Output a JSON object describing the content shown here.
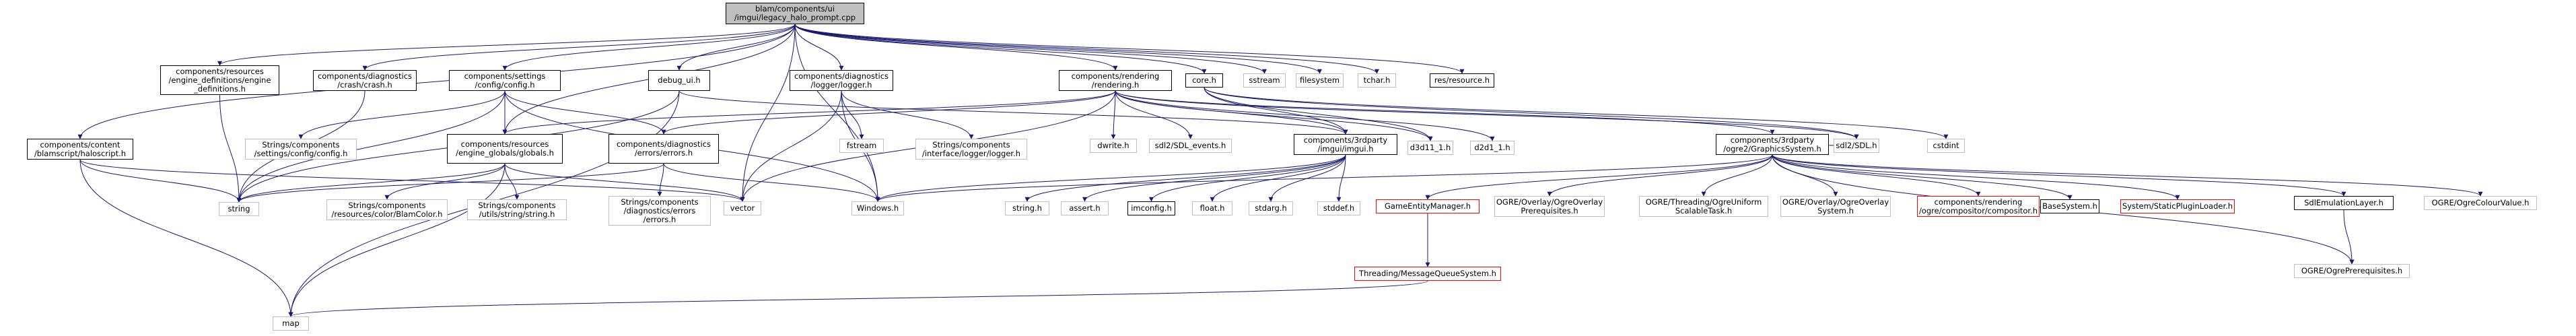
{
  "diagram": {
    "nodes": [
      {
        "id": "root",
        "label": "blam/components/ui\n/imgui/legacy_halo_prompt.cpp",
        "style": "root"
      },
      {
        "id": "res_engine_defs",
        "label": "components/resources\n/engine_definitions/engine\n_definitions.h",
        "style": "boxed"
      },
      {
        "id": "crash",
        "label": "components/diagnostics\n/crash/crash.h",
        "style": "boxed"
      },
      {
        "id": "settings_config",
        "label": "components/settings\n/config/config.h",
        "style": "boxed"
      },
      {
        "id": "debug_ui",
        "label": "debug_ui.h",
        "style": "boxed"
      },
      {
        "id": "logger",
        "label": "components/diagnostics\n/logger/logger.h",
        "style": "boxed"
      },
      {
        "id": "rendering",
        "label": "components/rendering\n/rendering.h",
        "style": "boxed"
      },
      {
        "id": "core_h",
        "label": "core.h",
        "style": "boxed"
      },
      {
        "id": "sstream",
        "label": "sstream",
        "style": "grey"
      },
      {
        "id": "filesystem",
        "label": "filesystem",
        "style": "grey"
      },
      {
        "id": "tchar",
        "label": "tchar.h",
        "style": "grey"
      },
      {
        "id": "res_resource",
        "label": "res/resource.h",
        "style": "boxed"
      },
      {
        "id": "halo_script",
        "label": "components/content\n/blamscript/haloscript.h",
        "style": "boxed"
      },
      {
        "id": "str_settings",
        "label": "Strings/components\n/settings/config/config.h",
        "style": "grey"
      },
      {
        "id": "globals",
        "label": "components/resources\n/engine_globals/globals.h",
        "style": "boxed"
      },
      {
        "id": "errors",
        "label": "components/diagnostics\n/errors/errors.h",
        "style": "boxed"
      },
      {
        "id": "fstream",
        "label": "fstream",
        "style": "grey"
      },
      {
        "id": "str_logger",
        "label": "Strings/components\n/interface/logger/logger.h",
        "style": "grey"
      },
      {
        "id": "dwrite",
        "label": "dwrite.h",
        "style": "grey"
      },
      {
        "id": "sdl2_events",
        "label": "sdl2/SDL_events.h",
        "style": "grey"
      },
      {
        "id": "imgui",
        "label": "components/3rdparty\n/imgui/imgui.h",
        "style": "boxed"
      },
      {
        "id": "d3d11_1",
        "label": "d3d11_1.h",
        "style": "grey"
      },
      {
        "id": "d2d1_1",
        "label": "d2d1_1.h",
        "style": "grey"
      },
      {
        "id": "graphics_system",
        "label": "components/3rdparty\n/ogre2/GraphicsSystem.h",
        "style": "boxed"
      },
      {
        "id": "sdl2_sdl",
        "label": "sdl2/SDL.h",
        "style": "grey"
      },
      {
        "id": "cstdint",
        "label": "cstdint",
        "style": "grey"
      },
      {
        "id": "string",
        "label": "string",
        "style": "grey"
      },
      {
        "id": "str_blamcolor",
        "label": "Strings/components\n/resources/color/BlamColor.h",
        "style": "grey"
      },
      {
        "id": "str_utilsstring",
        "label": "Strings/components\n/utils/string/string.h",
        "style": "grey"
      },
      {
        "id": "str_errors",
        "label": "Strings/components\n/diagnostics/errors\n/errors.h",
        "style": "grey"
      },
      {
        "id": "vector",
        "label": "vector",
        "style": "grey"
      },
      {
        "id": "windows",
        "label": "Windows.h",
        "style": "grey"
      },
      {
        "id": "string_h",
        "label": "string.h",
        "style": "grey"
      },
      {
        "id": "assert_h",
        "label": "assert.h",
        "style": "grey"
      },
      {
        "id": "imconfig",
        "label": "imconfig.h",
        "style": "boxed"
      },
      {
        "id": "float_h",
        "label": "float.h",
        "style": "grey"
      },
      {
        "id": "stdarg_h",
        "label": "stdarg.h",
        "style": "grey"
      },
      {
        "id": "stddef_h",
        "label": "stddef.h",
        "style": "grey"
      },
      {
        "id": "game_entity_mgr",
        "label": "GameEntityManager.h",
        "style": "red"
      },
      {
        "id": "ogre_overlay_prereq",
        "label": "OGRE/Overlay/OgreOverlay\nPrerequisites.h",
        "style": "grey"
      },
      {
        "id": "ogre_threading",
        "label": "OGRE/Threading/OgreUniform\nScalableTask.h",
        "style": "grey"
      },
      {
        "id": "ogre_overlay_system",
        "label": "OGRE/Overlay/OgreOverlay\nSystem.h",
        "style": "grey"
      },
      {
        "id": "compositor",
        "label": "components/rendering\n/ogre/compositor/compositor.h",
        "style": "red"
      },
      {
        "id": "base_system",
        "label": "BaseSystem.h",
        "style": "boxed"
      },
      {
        "id": "static_plugin",
        "label": "System/StaticPluginLoader.h",
        "style": "red"
      },
      {
        "id": "sdl_emulation",
        "label": "SdlEmulationLayer.h",
        "style": "boxed"
      },
      {
        "id": "ogre_colour",
        "label": "OGRE/OgreColourValue.h",
        "style": "grey"
      },
      {
        "id": "threading_mq",
        "label": "Threading/MessageQueueSystem.h",
        "style": "red"
      },
      {
        "id": "ogre_prereq",
        "label": "OGRE/OgrePrerequisites.h",
        "style": "grey"
      },
      {
        "id": "map",
        "label": "map",
        "style": "grey"
      }
    ],
    "edges": [
      [
        "root",
        "res_engine_defs"
      ],
      [
        "root",
        "crash"
      ],
      [
        "root",
        "settings_config"
      ],
      [
        "root",
        "debug_ui"
      ],
      [
        "root",
        "logger"
      ],
      [
        "root",
        "rendering"
      ],
      [
        "root",
        "core_h"
      ],
      [
        "root",
        "sstream"
      ],
      [
        "root",
        "filesystem"
      ],
      [
        "root",
        "tchar"
      ],
      [
        "root",
        "res_resource"
      ],
      [
        "root",
        "halo_script"
      ],
      [
        "root",
        "globals"
      ],
      [
        "root",
        "vector"
      ],
      [
        "root",
        "windows"
      ],
      [
        "res_engine_defs",
        "string"
      ],
      [
        "crash",
        "string"
      ],
      [
        "settings_config",
        "str_settings"
      ],
      [
        "settings_config",
        "globals"
      ],
      [
        "settings_config",
        "errors"
      ],
      [
        "settings_config",
        "string"
      ],
      [
        "settings_config",
        "windows"
      ],
      [
        "debug_ui",
        "imgui"
      ],
      [
        "debug_ui",
        "string"
      ],
      [
        "debug_ui",
        "map"
      ],
      [
        "logger",
        "fstream"
      ],
      [
        "logger",
        "str_logger"
      ],
      [
        "logger",
        "vector"
      ],
      [
        "logger",
        "windows"
      ],
      [
        "rendering",
        "globals"
      ],
      [
        "rendering",
        "errors"
      ],
      [
        "rendering",
        "dwrite"
      ],
      [
        "rendering",
        "sdl2_events"
      ],
      [
        "rendering",
        "imgui"
      ],
      [
        "rendering",
        "d3d11_1"
      ],
      [
        "rendering",
        "d2d1_1"
      ],
      [
        "rendering",
        "graphics_system"
      ],
      [
        "rendering",
        "sdl2_sdl"
      ],
      [
        "rendering",
        "vector"
      ],
      [
        "core_h",
        "cstdint"
      ],
      [
        "core_h",
        "sdl2_sdl"
      ],
      [
        "core_h",
        "d3d11_1"
      ],
      [
        "core_h",
        "imgui"
      ],
      [
        "halo_script",
        "string"
      ],
      [
        "halo_script",
        "map"
      ],
      [
        "halo_script",
        "vector"
      ],
      [
        "globals",
        "str_blamcolor"
      ],
      [
        "globals",
        "str_utilsstring"
      ],
      [
        "globals",
        "string"
      ],
      [
        "globals",
        "map"
      ],
      [
        "globals",
        "vector"
      ],
      [
        "errors",
        "str_errors"
      ],
      [
        "errors",
        "string"
      ],
      [
        "errors",
        "windows"
      ],
      [
        "imgui",
        "string_h"
      ],
      [
        "imgui",
        "assert_h"
      ],
      [
        "imgui",
        "imconfig"
      ],
      [
        "imgui",
        "float_h"
      ],
      [
        "imgui",
        "stdarg_h"
      ],
      [
        "imgui",
        "stddef_h"
      ],
      [
        "imgui",
        "windows"
      ],
      [
        "graphics_system",
        "game_entity_mgr"
      ],
      [
        "graphics_system",
        "ogre_overlay_prereq"
      ],
      [
        "graphics_system",
        "ogre_threading"
      ],
      [
        "graphics_system",
        "ogre_overlay_system"
      ],
      [
        "graphics_system",
        "compositor"
      ],
      [
        "graphics_system",
        "base_system"
      ],
      [
        "graphics_system",
        "static_plugin"
      ],
      [
        "graphics_system",
        "sdl_emulation"
      ],
      [
        "graphics_system",
        "ogre_colour"
      ],
      [
        "graphics_system",
        "ogre_prereq"
      ],
      [
        "graphics_system",
        "sdl2_sdl"
      ],
      [
        "graphics_system",
        "windows"
      ],
      [
        "game_entity_mgr",
        "threading_mq"
      ],
      [
        "threading_mq",
        "map"
      ],
      [
        "sdl_emulation",
        "ogre_prereq"
      ]
    ],
    "colors": {
      "edge": "#191970",
      "root_fill": "#bfbfbf",
      "missing_border": "#ff0000",
      "external_border": "#bfbfbf",
      "node_border": "#000000"
    }
  }
}
